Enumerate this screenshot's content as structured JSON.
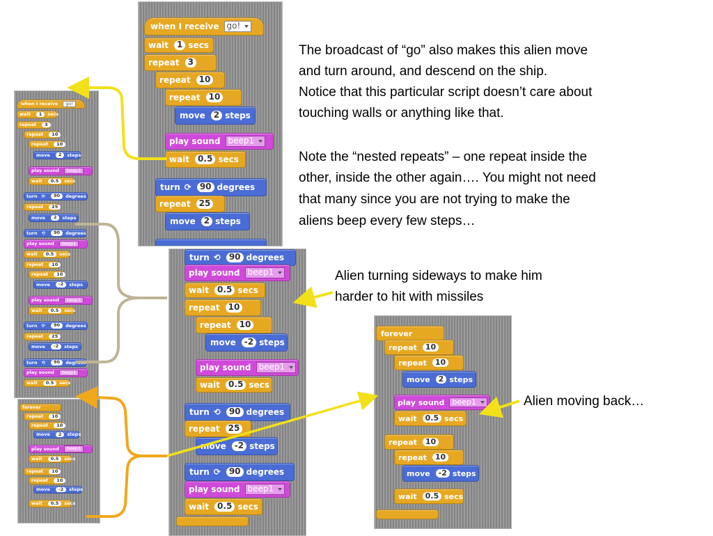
{
  "blocks": {
    "when_receive": "when I receive",
    "go": "go!",
    "wait": "wait",
    "secs": "secs",
    "repeat": "repeat",
    "forever": "forever",
    "move": "move",
    "steps": "steps",
    "turn": "turn",
    "degrees": "degrees",
    "play_sound": "play sound",
    "beep": "beep1",
    "n1": "1",
    "n3": "3",
    "n10": "10",
    "n25": "25",
    "n2": "2",
    "nm2": "-2",
    "n05": "0.5",
    "n90": "90"
  },
  "text": {
    "p1_l1": "The broadcast of “go” also makes this alien move",
    "p1_l2": "and turn around, and descend on the ship.",
    "p1_l3": "Notice that this particular script doesn’t care about",
    "p1_l4": "touching walls or anything like that.",
    "p2_l1": "Note the “nested repeats” – one repeat inside the",
    "p2_l2": "other, inside the other again…. You might not need",
    "p2_l3": "that many since you are not trying to make the",
    "p2_l4": "aliens beep every few steps…",
    "side_l1": "Alien turning sideways to make him",
    "side_l2": "harder to hit with missiles",
    "back": "Alien moving back…"
  },
  "colors": {
    "control": "#e6a822",
    "motion": "#4a6cd4",
    "sound": "#cf4ad9",
    "arrow_yellow": "#f2e01a",
    "arrow_orange": "#f0a81c",
    "arrow_tan": "#bfb497"
  }
}
